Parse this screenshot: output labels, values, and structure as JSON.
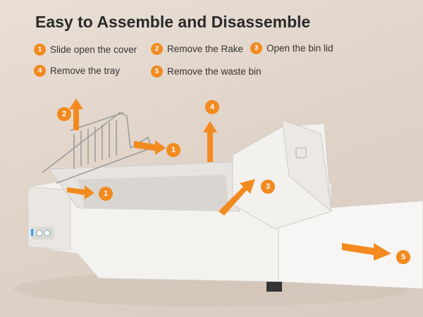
{
  "title": "Easy to Assemble and Disassemble",
  "steps": [
    {
      "num": "1",
      "label": "Slide open the cover"
    },
    {
      "num": "2",
      "label": "Remove the Rake"
    },
    {
      "num": "3",
      "label": "Open the bin lid"
    },
    {
      "num": "4",
      "label": "Remove the tray"
    },
    {
      "num": "5",
      "label": "Remove the waste bin"
    }
  ],
  "colors": {
    "accent": "#f28a1f"
  }
}
